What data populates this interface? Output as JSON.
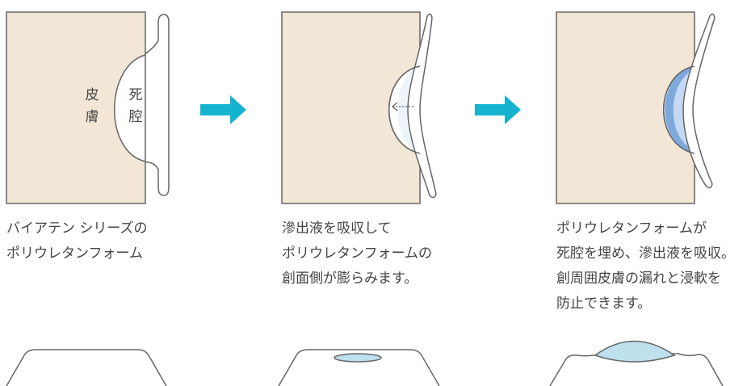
{
  "colors": {
    "skin": "#f2e6d6",
    "stroke": "#666666",
    "arrow": "#16b3cf",
    "foam_blue": "#7ea9dd",
    "foam_light": "#c6d9f2",
    "foam_pale": "#eef4fb",
    "exudate": "#bfe1ee"
  },
  "panels": [
    {
      "skin_label": "皮\n膚",
      "dead_space_label": "死\n腔",
      "caption_lines": [
        "バイアテン シリーズの",
        "ポリウレタンフォーム"
      ]
    },
    {
      "caption_lines": [
        "滲出液を吸収して",
        "ポリウレタンフォームの",
        "創面側が膨らみます。"
      ]
    },
    {
      "caption_lines": [
        "ポリウレタンフォームが",
        "死腔を埋め、滲出液を吸収。",
        "創周囲皮膚の漏れと浸軟を",
        "防止できます。"
      ]
    }
  ]
}
